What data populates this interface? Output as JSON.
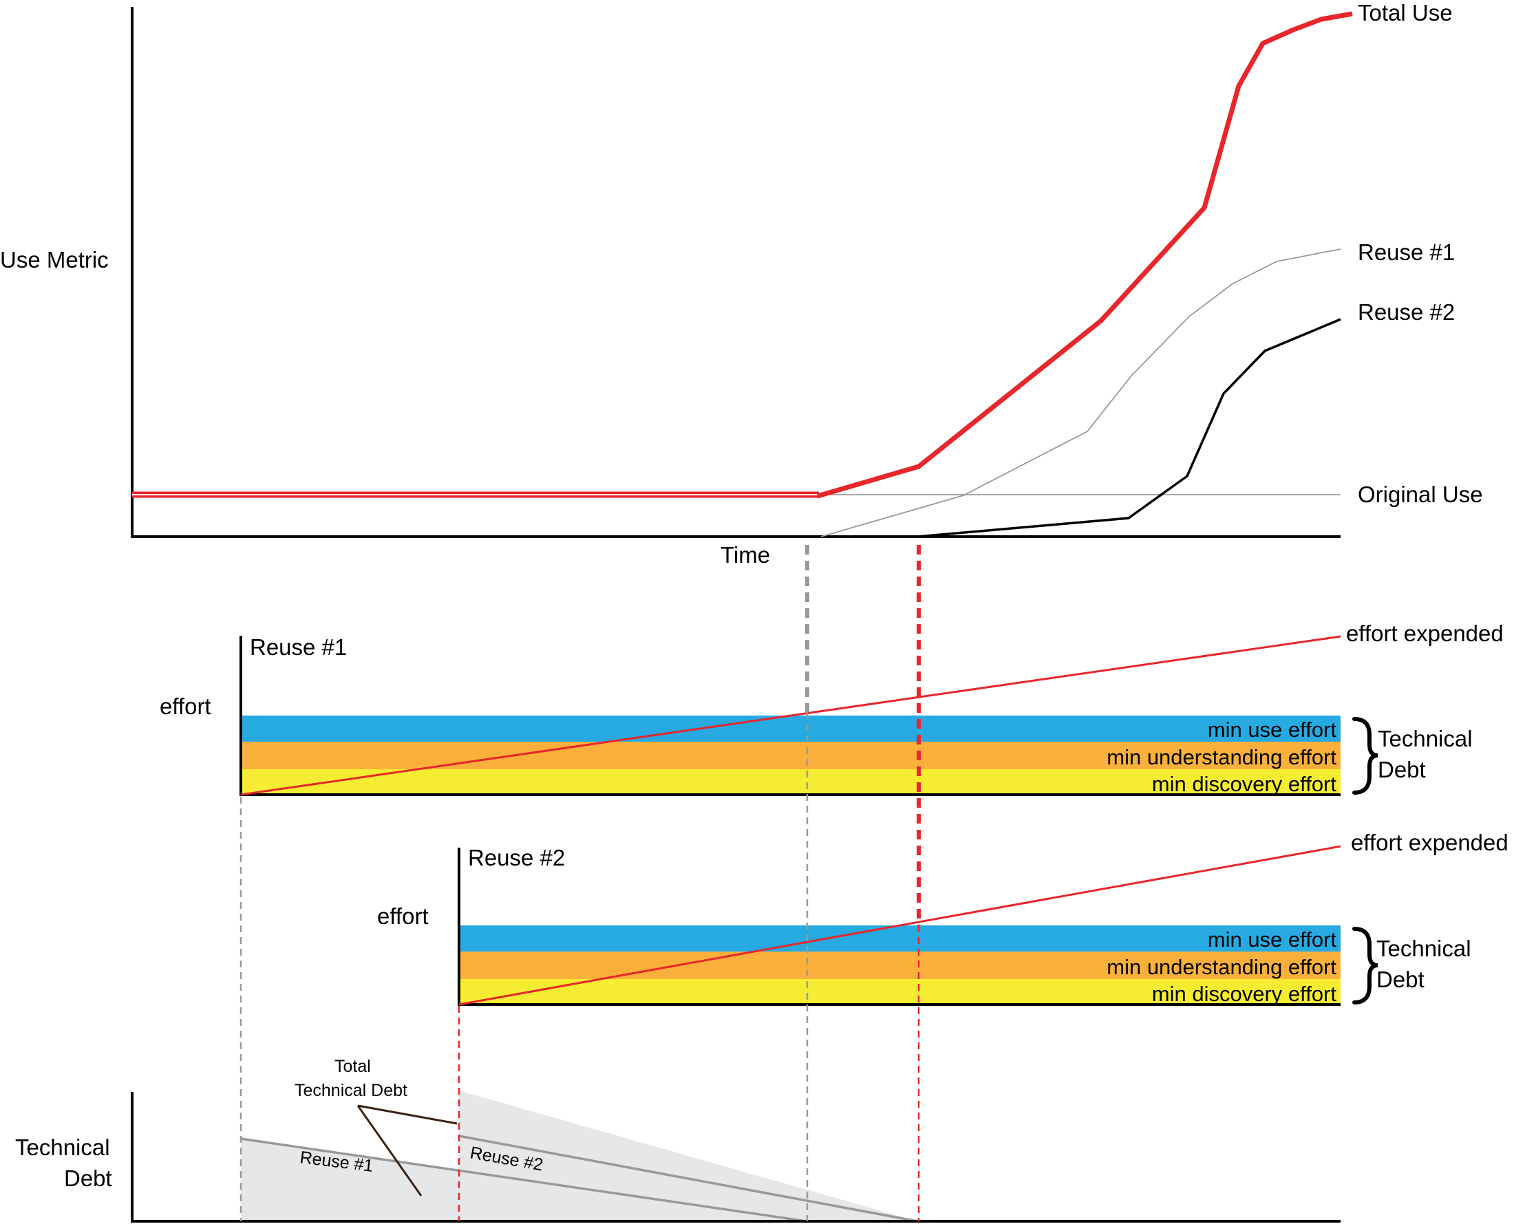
{
  "colors": {
    "total_use": "#e8262b",
    "reuse1_line": "#999999",
    "reuse2_line": "#000000",
    "original_use": "#aaaaaa",
    "effort_line": "#e8262b",
    "blue_band": "#27a9e1",
    "orange_band": "#fbb03b",
    "yellow_band": "#f6ec32",
    "debt_fill": "#e6e7e8",
    "debt_line": "#999999",
    "dash_gray": "#999999",
    "dash_red": "#e8262b",
    "pointer": "#3b2314"
  },
  "top_chart": {
    "y_axis_label": "Use Metric",
    "x_axis_label": "Time",
    "series_labels": {
      "total_use": "Total Use",
      "reuse1": "Reuse #1",
      "reuse2": "Reuse #2",
      "original_use": "Original Use"
    }
  },
  "panel1": {
    "title": "Reuse #1",
    "y_label": "effort",
    "line_label": "effort expended",
    "bands": [
      "min use effort",
      "min understanding effort",
      "min discovery effort"
    ],
    "brace_label_1": "Technical",
    "brace_label_2": "Debt"
  },
  "panel2": {
    "title": "Reuse #2",
    "y_label": "effort",
    "line_label": "effort expended",
    "bands": [
      "min use effort",
      "min understanding effort",
      "min discovery effort"
    ],
    "brace_label_1": "Technical",
    "brace_label_2": "Debt"
  },
  "bottom_chart": {
    "y_label_1": "Technical",
    "y_label_2": "Debt",
    "callout_1": "Total",
    "callout_2": "Technical Debt",
    "reuse1_label": "Reuse #1",
    "reuse2_label": "Reuse #2"
  }
}
